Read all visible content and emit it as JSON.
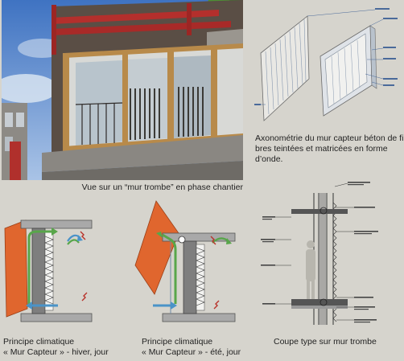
{
  "photo": {
    "caption": "Vue sur un “mur trombe” en phase chantier"
  },
  "axonometry": {
    "caption": "Axonométrie du mur capteur béton de fi bres teintées et matricées en forme d’onde."
  },
  "winter": {
    "caption_line1": "Principe climatique",
    "caption_line2": "« Mur Capteur » - hiver, jour"
  },
  "summer": {
    "caption_line1": "Principe climatique",
    "caption_line2": "« Mur Capteur » - été, jour"
  },
  "section": {
    "caption": "Coupe type sur mur trombe"
  },
  "colors": {
    "background": "#d6d4cd",
    "orange_panel": "#e0662e",
    "wall_grey": "#7e7e7e",
    "slab_grey": "#a9a9a9",
    "air_green": "#58a64a",
    "air_blue": "#4a93c8",
    "heat_red": "#b8322a"
  }
}
